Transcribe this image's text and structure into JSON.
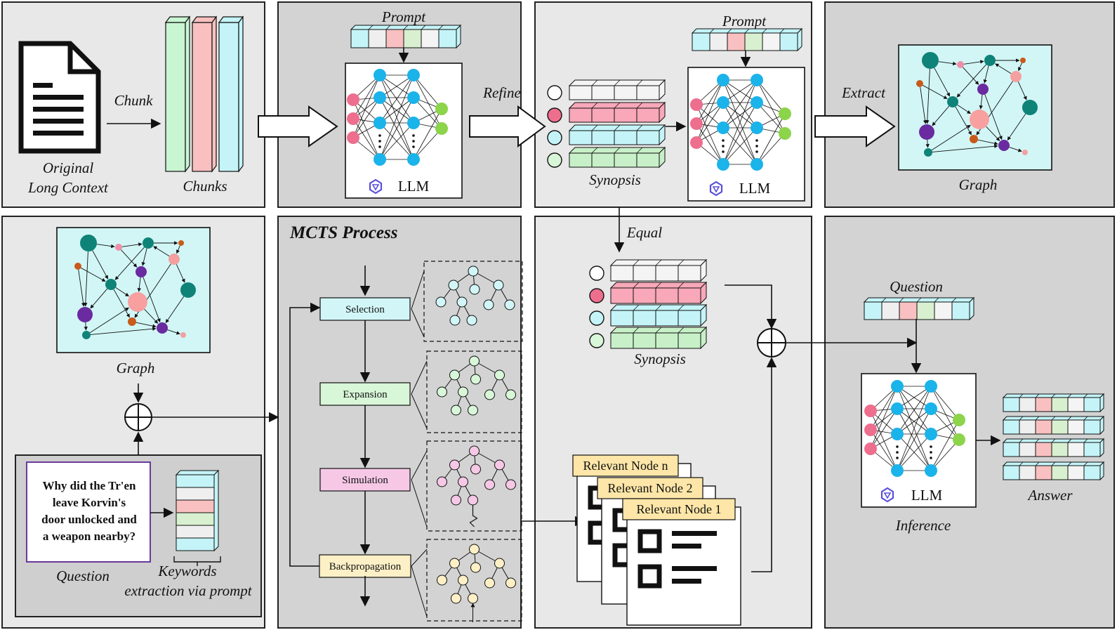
{
  "labels": {
    "original": "Original",
    "long_context": "Long Context",
    "chunk": "Chunk",
    "chunks": "Chunks",
    "prompt": "Prompt",
    "llm": "LLM",
    "refine": "Refine",
    "synopsis": "Synopsis",
    "extract": "Extract",
    "graph": "Graph",
    "mcts_title": "MCTS Process",
    "equal": "Equal",
    "question": "Question",
    "keywords_line1": "Keywords",
    "keywords_line2": "extraction via prompt",
    "answer": "Answer",
    "inference": "Inference"
  },
  "mcts_steps": [
    "Selection",
    "Expansion",
    "Simulation",
    "Backpropagation"
  ],
  "relevant_nodes": [
    "Relevant Node n",
    "Relevant Node 2",
    "Relevant Node 1"
  ],
  "question_text": [
    "Why did the Tr'en",
    "leave Korvin's",
    "door unlocked and",
    "a weapon nearby?"
  ],
  "colors": {
    "panel_dark": "#d3d3d3",
    "panel_light": "#e8e8e8",
    "chunk_green": "#c8f5d2",
    "chunk_pink": "#f8c0c0",
    "chunk_cyan": "#c4f4f8",
    "neuron_blue": "#1ab3ea",
    "neuron_pink": "#ee6e8e",
    "neuron_green": "#8cd44a",
    "graph_bg": "#d2f6f6",
    "selection": "#d2f6f8",
    "expansion": "#d8f6d8",
    "simulation": "#f6c8e6",
    "backprop": "#fdf0c6",
    "relevant_node": "#fde6a8"
  }
}
